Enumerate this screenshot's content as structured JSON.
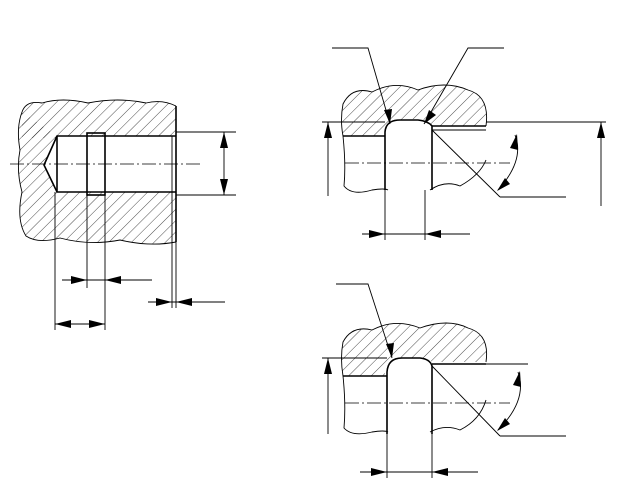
{
  "drawing": {
    "views": [
      {
        "name": "threaded-hole-section"
      },
      {
        "name": "undercut-detail-upper"
      },
      {
        "name": "undercut-detail-lower"
      }
    ],
    "colors": {
      "line": "#000000",
      "background": "#ffffff"
    }
  }
}
